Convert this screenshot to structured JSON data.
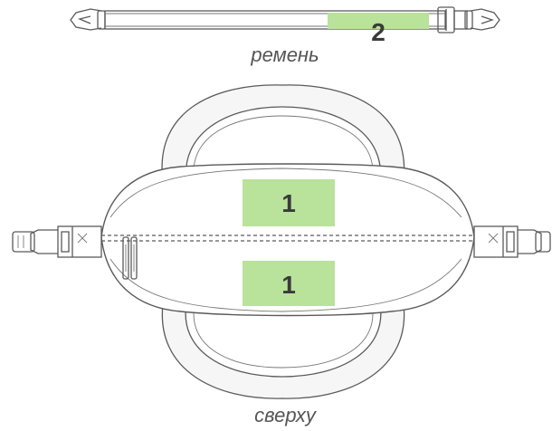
{
  "strap": {
    "caption": "ремень",
    "marker_label": "2"
  },
  "bag": {
    "caption": "сверху",
    "markers": [
      {
        "label": "1"
      },
      {
        "label": "1"
      }
    ]
  },
  "colors": {
    "marker_fill": "#b9e29a",
    "line": "#5a5a5a",
    "caption_text": "#555555"
  }
}
